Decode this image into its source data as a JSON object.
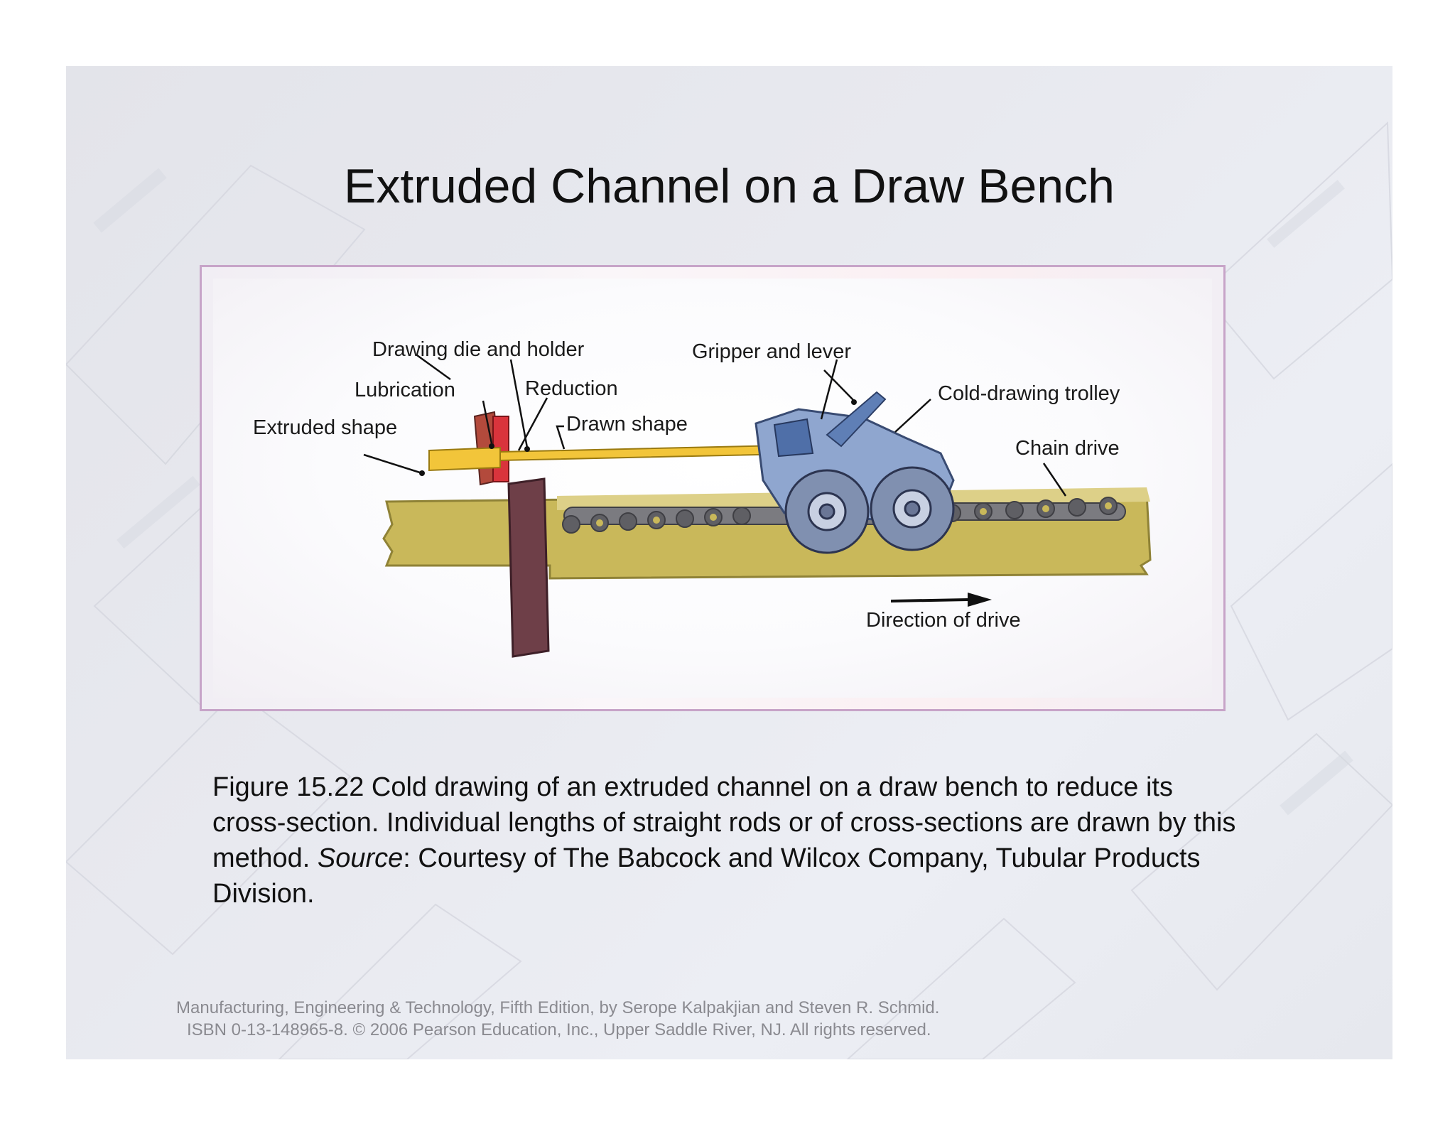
{
  "slide": {
    "title": "Extruded Channel on a Draw Bench"
  },
  "figure": {
    "labels": {
      "drawing_die": "Drawing die and holder",
      "lubrication": "Lubrication",
      "reduction": "Reduction",
      "extruded_shape": "Extruded shape",
      "drawn_shape": "Drawn shape",
      "gripper": "Gripper and lever",
      "trolley": "Cold-drawing trolley",
      "chain_drive": "Chain drive",
      "direction": "Direction of drive"
    },
    "colors": {
      "bed": "#c9b85a",
      "bed_dark": "#8f8236",
      "workpiece": "#f2c53a",
      "die_holder": "#6e3f48",
      "die": "#d9343c",
      "trolley": "#8fa6cf",
      "chain": "#6f6f74",
      "wheel": "#8090b0"
    }
  },
  "caption": {
    "main": "Figure 15.22 Cold drawing of an extruded channel on a draw bench to reduce its cross-section.  Individual lengths of straight rods or of cross-sections are drawn by this method.  ",
    "source_label": "Source",
    "source_text": ":  Courtesy of The Babcock and Wilcox Company, Tubular Products Division."
  },
  "footer": {
    "line1": "Manufacturing, Engineering & Technology, Fifth Edition, by Serope Kalpakjian and Steven R. Schmid.",
    "line2": "ISBN 0-13-148965-8. © 2006 Pearson Education, Inc., Upper Saddle River, NJ.  All rights reserved."
  }
}
